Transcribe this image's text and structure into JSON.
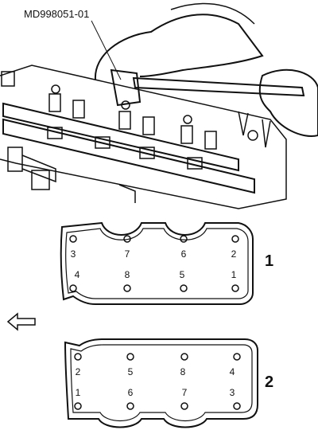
{
  "tool_label": "MD998051-01",
  "direction_arrow": "left-arrow",
  "covers": [
    {
      "label": "1",
      "bolts": {
        "top": [
          "3",
          "7",
          "6",
          "2"
        ],
        "bottom": [
          "4",
          "8",
          "5",
          "1"
        ]
      }
    },
    {
      "label": "2",
      "bolts": {
        "top": [
          "2",
          "5",
          "8",
          "4"
        ],
        "bottom": [
          "1",
          "6",
          "7",
          "3"
        ]
      }
    }
  ]
}
